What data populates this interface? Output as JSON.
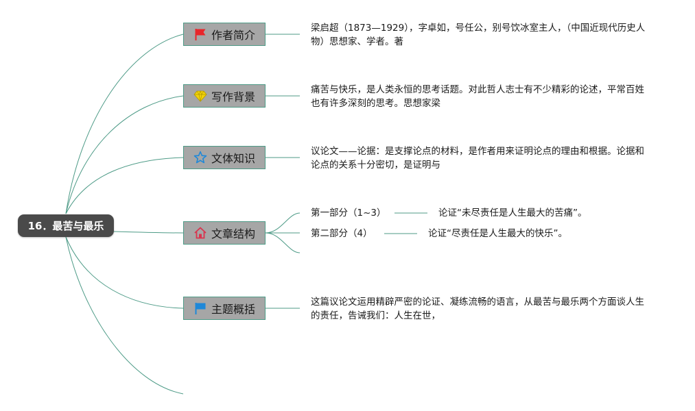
{
  "root": {
    "label": "16．最苦与最乐"
  },
  "branches": [
    {
      "label": "作者简介",
      "icon": "red-flag-icon",
      "detail": "梁启超（1873—1929），字卓如，号任公，别号饮冰室主人，（中国近现代历史人物）思想家、学者。著"
    },
    {
      "label": "写作背景",
      "icon": "yellow-gem-icon",
      "detail": "痛苦与快乐，是人类永恒的思考话题。对此哲人志士有不少精彩的论述，平常百姓也有许多深刻的思考。思想家梁"
    },
    {
      "label": "文体知识",
      "icon": "blue-star-outline-icon",
      "detail": "议论文——论据：是支撑论点的材料，是作者用来证明论点的理由和根据。论据和论点的关系十分密切，是证明与"
    },
    {
      "label": "文章结构",
      "icon": "red-house-icon",
      "parts": [
        {
          "label": "第一部分（1~3）",
          "content": "论证“未尽责任是人生最大的苦痛”。"
        },
        {
          "label": "第二部分（4）",
          "content": "论证“尽责任是人生最大的快乐”。"
        }
      ]
    },
    {
      "label": "主题概括",
      "icon": "blue-flag-icon",
      "detail": "这篇议论文运用精辟严密的论证、凝练流畅的语言，从最苦与最乐两个方面谈人生的责任，告诫我们：人生在世，"
    }
  ],
  "colors": {
    "connector": "#4c9a86",
    "root_fill": "#4a4a4a",
    "branch_fill": "#a6a6a6",
    "red_icon": "#e8262b",
    "yellow_icon": "#f2d20a",
    "blue_icon": "#1e88d8",
    "house_icon": "#d9344e"
  }
}
